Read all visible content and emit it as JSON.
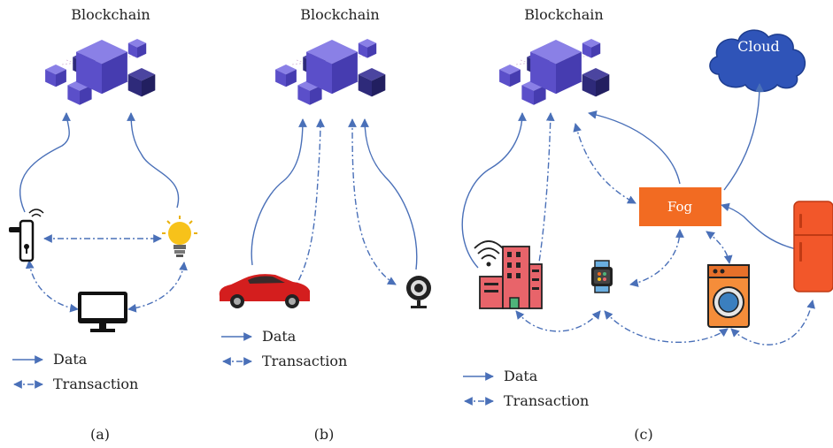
{
  "colors": {
    "arrow": "#4a70b8",
    "cube_light": "#6b5fd6",
    "cube_dark": "#2e2a7a",
    "fog": "#f26b22",
    "cloud": "#2f54b8"
  },
  "panels": [
    {
      "blockchain_label": "Blockchain",
      "caption": "(a)",
      "legend": {
        "data": "Data",
        "transaction": "Transaction"
      }
    },
    {
      "blockchain_label": "Blockchain",
      "caption": "(b)",
      "legend": {
        "data": "Data",
        "transaction": "Transaction"
      }
    },
    {
      "blockchain_label": "Blockchain",
      "caption": "(c)",
      "legend": {
        "data": "Data",
        "transaction": "Transaction"
      },
      "fog_label": "Fog",
      "cloud_label": "Cloud"
    }
  ],
  "icons": [
    "smart-lock-icon",
    "light-bulb-icon",
    "monitor-icon",
    "car-icon",
    "webcam-icon",
    "smart-building-icon",
    "smartwatch-icon",
    "washing-machine-icon",
    "refrigerator-icon"
  ]
}
